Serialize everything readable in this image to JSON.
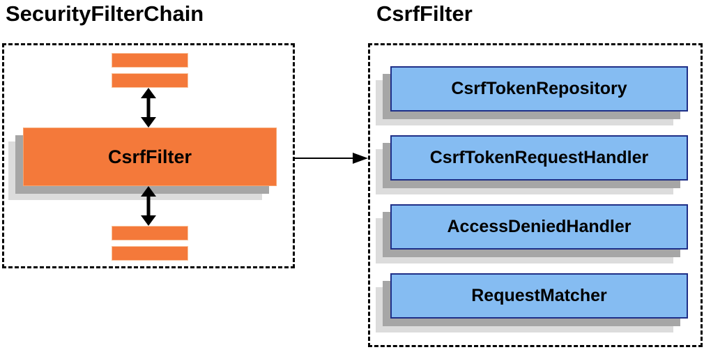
{
  "left_panel": {
    "title": "SecurityFilterChain",
    "filter_label": "CsrfFilter",
    "placeholder_bars": [
      "other-filter-above-1",
      "other-filter-above-2",
      "other-filter-below-1",
      "other-filter-below-2"
    ]
  },
  "right_panel": {
    "title": "CsrfFilter",
    "components": [
      {
        "label": "CsrfTokenRepository"
      },
      {
        "label": "CsrfTokenRequestHandler"
      },
      {
        "label": "AccessDeniedHandler"
      },
      {
        "label": "RequestMatcher"
      }
    ]
  },
  "arrows": {
    "vertical_double_arrows": 2,
    "horizontal_arrow": "csrf-filter-to-components"
  },
  "colors": {
    "orange_fill": "#F4793A",
    "orange_edge": "#F9C49E",
    "blue_fill": "#85BCF2",
    "blue_border": "#1F2F87",
    "shadow_dark": "#A6A6A6",
    "shadow_light": "#DCDCDC",
    "dashed_border": "#000000",
    "text": "#000000",
    "background": "#FFFFFF"
  }
}
